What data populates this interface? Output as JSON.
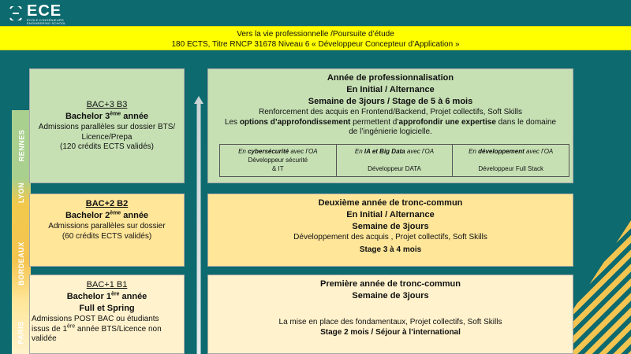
{
  "logo": {
    "name": "ECE",
    "subtitle_1": "ÉCOLE D'INGÉNIEURS",
    "subtitle_2": "ENGINEERING SCHOOL"
  },
  "banner": {
    "line1": "Vers la vie professionnelle  /Poursuite d’étude",
    "line2": "180 ECTS, Titre RNCP 31678 Niveau 6 « Développeur  Concepteur d’Application »"
  },
  "campuses": [
    "RENNES",
    "LYON",
    "BORDEAUX",
    "PARIS"
  ],
  "left": {
    "b3": {
      "level": "BAC+3   B3",
      "title_pre": "Bachelor 3",
      "title_sup": "ème",
      "title_post": " année",
      "line1": "Admissions parallèles sur dossier BTS/",
      "line2": "Licence/Prepa",
      "line3": "(120 crédits ECTS validés)"
    },
    "b2": {
      "level": "BAC+2   B2",
      "title_pre": "Bachelor 2",
      "title_sup": "ème",
      "title_post": " année",
      "line1": "Admissions parallèles sur dossier",
      "line2": "(60 crédits ECTS validés)"
    },
    "b1": {
      "level": "BAC+1   B1",
      "title_pre": "Bachelor 1",
      "title_sup": "ère",
      "title_post": " année",
      "title2": "Full et Spring",
      "line1": "Admissions POST BAC ou étudiants",
      "line2_pre": "issus de 1",
      "line2_sup": "ère",
      "line2_post": " année BTS/Licence non",
      "line3": "validée"
    }
  },
  "right": {
    "r3": {
      "title": "Année de professionnalisation",
      "line2": "En Initial / Alternance",
      "line3": "Semaine de 3jours / Stage de 5 à 6 mois",
      "line4": "Renforcement des acquis en Frontend/Backend, Projet collectifs, Soft Skills",
      "line5_a": "Les ",
      "line5_b": "options d’approfondissement",
      "line5_c": " permettent d’",
      "line5_d": "approfondir une expertise",
      "line5_e": " dans le domaine",
      "line6": "de l’ingénierie  logicielle.",
      "options": [
        {
          "pre": "En ",
          "strong": "cybersécurité",
          "post": " avec l’OA",
          "l2": "Développeur sécurité",
          "l3": "& IT"
        },
        {
          "pre": "En ",
          "strong": "IA et Big Data",
          "post": " avec l’OA",
          "l2": "",
          "l3": "Développeur DATA"
        },
        {
          "pre": "En ",
          "strong": "développement",
          "post": " avec l’OA",
          "l2": "",
          "l3": "Développeur Full Stack"
        }
      ]
    },
    "r2": {
      "title": "Deuxième année de tronc-commun",
      "line2": "En Initial / Alternance",
      "line3": "Semaine de 3jours",
      "line4": "Développement  des acquis , Projet collectifs, Soft Skills",
      "line5": "Stage 3 à 4 mois"
    },
    "r1": {
      "title": "Première année de tronc-commun",
      "line2": "Semaine de 3jours",
      "line3": "La mise en place des fondamentaux, Projet collectifs, Soft Skills",
      "line4": "Stage 2 mois / Séjour à l’international"
    }
  },
  "colors": {
    "background": "#0d6a6e",
    "banner": "#ffff00",
    "green": "#c6e0b4",
    "yellow": "#ffe699",
    "cream": "#fff2cc",
    "stripes": "#f4c451"
  }
}
